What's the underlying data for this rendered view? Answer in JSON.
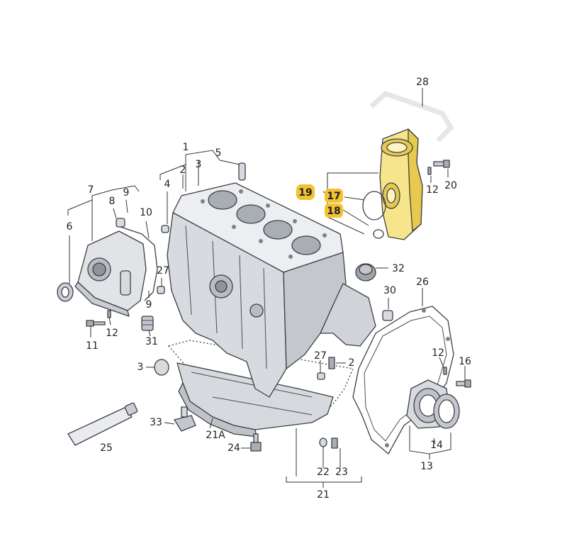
{
  "colors": {
    "part_fill": "#e4e6ea",
    "part_shade": "#bfc3c9",
    "part_dark": "#9fa4ab",
    "highlight_fill": "#f6e58a",
    "highlight_shade": "#e7c94f",
    "callout_highlight": "#f2c230",
    "line": "#333333"
  },
  "callouts": [
    {
      "id": "c1",
      "text": "1",
      "highlight": false
    },
    {
      "id": "c2a",
      "text": "2",
      "highlight": false
    },
    {
      "id": "c2b",
      "text": "2",
      "highlight": false
    },
    {
      "id": "c3a",
      "text": "3",
      "highlight": false
    },
    {
      "id": "c3b",
      "text": "3",
      "highlight": false
    },
    {
      "id": "c4",
      "text": "4",
      "highlight": false
    },
    {
      "id": "c5",
      "text": "5",
      "highlight": false
    },
    {
      "id": "c6",
      "text": "6",
      "highlight": false
    },
    {
      "id": "c7",
      "text": "7",
      "highlight": false
    },
    {
      "id": "c8",
      "text": "8",
      "highlight": false
    },
    {
      "id": "c9a",
      "text": "9",
      "highlight": false
    },
    {
      "id": "c9b",
      "text": "9",
      "highlight": false
    },
    {
      "id": "c10",
      "text": "10",
      "highlight": false
    },
    {
      "id": "c11",
      "text": "11",
      "highlight": false
    },
    {
      "id": "c12a",
      "text": "12",
      "highlight": false
    },
    {
      "id": "c12b",
      "text": "12",
      "highlight": false
    },
    {
      "id": "c12c",
      "text": "12",
      "highlight": false
    },
    {
      "id": "c13",
      "text": "13",
      "highlight": false
    },
    {
      "id": "c14",
      "text": "14",
      "highlight": false
    },
    {
      "id": "c16",
      "text": "16",
      "highlight": false
    },
    {
      "id": "c17",
      "text": "17",
      "highlight": true
    },
    {
      "id": "c18",
      "text": "18",
      "highlight": true
    },
    {
      "id": "c19",
      "text": "19",
      "highlight": true
    },
    {
      "id": "c20",
      "text": "20",
      "highlight": false
    },
    {
      "id": "c21",
      "text": "21",
      "highlight": false
    },
    {
      "id": "c21a",
      "text": "21A",
      "highlight": false
    },
    {
      "id": "c22",
      "text": "22",
      "highlight": false
    },
    {
      "id": "c23",
      "text": "23",
      "highlight": false
    },
    {
      "id": "c24",
      "text": "24",
      "highlight": false
    },
    {
      "id": "c25",
      "text": "25",
      "highlight": false
    },
    {
      "id": "c26",
      "text": "26",
      "highlight": false
    },
    {
      "id": "c27a",
      "text": "27",
      "highlight": false
    },
    {
      "id": "c27b",
      "text": "27",
      "highlight": false
    },
    {
      "id": "c28",
      "text": "28",
      "highlight": false
    },
    {
      "id": "c30",
      "text": "30",
      "highlight": false
    },
    {
      "id": "c31",
      "text": "31",
      "highlight": false
    },
    {
      "id": "c32",
      "text": "32",
      "highlight": false
    },
    {
      "id": "c33",
      "text": "33",
      "highlight": false
    }
  ]
}
